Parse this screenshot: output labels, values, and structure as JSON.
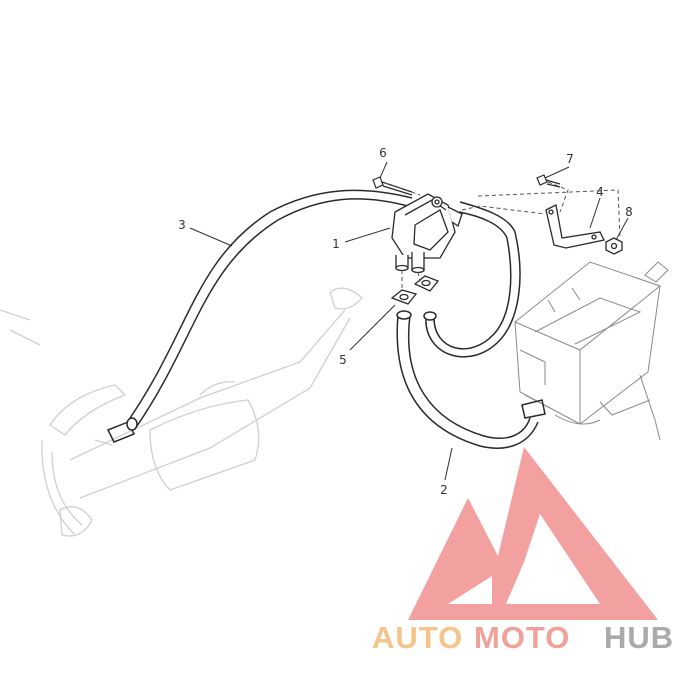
{
  "diagram": {
    "part_labels": [
      "1",
      "2",
      "3",
      "4",
      "5",
      "6",
      "7",
      "8"
    ]
  },
  "watermark": {
    "word_1": "AUTO",
    "word_2": "MOTO",
    "word_3": "HUB",
    "color_1": "#f3c58a",
    "color_2": "#f0a29a",
    "color_3": "#aaaaaa",
    "logo_color": "#ee7b7b"
  }
}
